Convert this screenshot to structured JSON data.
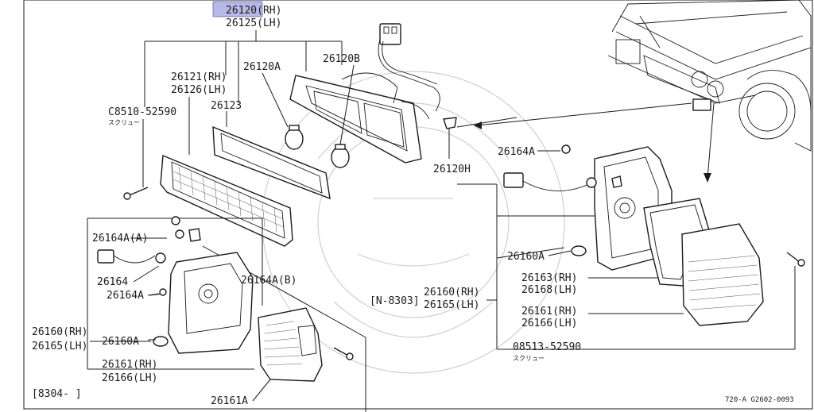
{
  "labels": {
    "p26120_rh": "26120(RH)",
    "p26125_lh": "26125(LH)",
    "p26121_rh": "26121(RH)",
    "p26126_lh": "26126(LH)",
    "p26120a": "26120A",
    "p26120b": "26120B",
    "p26123": "26123",
    "c8510": "C8510-52590",
    "screw_jp": "スクリュー",
    "p26120h": "26120H",
    "p26164a_a": "26164A(A)",
    "p26164": "26164",
    "p26164a_left": "26164A",
    "p26164a_b": "26164A(B)",
    "p26160_rh_left": "26160(RH)",
    "p26165_lh_left": "26165(LH)",
    "p26160a_left": "26160A",
    "p26161_rh_left": "26161(RH)",
    "p26166_lh_left": "26166(LH)",
    "p26161a": "26161A",
    "range_8304": "[8304-      ]",
    "p26164a_right": "26164A",
    "p26160a_right": "26160A",
    "range_n8303": "[N-8303]",
    "p26160_rh_right": "26160(RH)",
    "p26165_lh_right": "26165(LH)",
    "p26163_rh": "26163(RH)",
    "p26168_lh": "26168(LH)",
    "p26161_rh_right": "26161(RH)",
    "p26166_lh_right": "26166(LH)",
    "p08513": "08513-52590",
    "screw_jp2": "スクリュー",
    "drawing_no": "720-A G2602-0093"
  },
  "colors": {
    "highlight": "#b8b8e6",
    "ink": "#1b1b1b",
    "background": "#ffffff"
  }
}
